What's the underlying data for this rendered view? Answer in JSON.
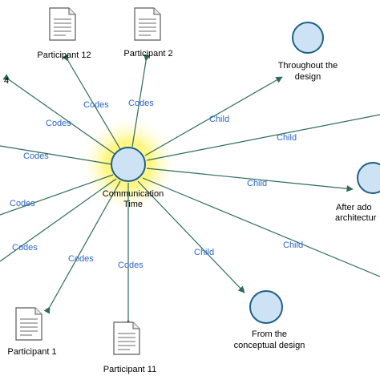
{
  "colors": {
    "edge": "#2f6b5e",
    "edge_label": "#2b67c9",
    "node_fill": "#cde3f5",
    "node_stroke": "#1f5f86",
    "glow": "#fff46a",
    "doc_stroke": "#5a5a5a"
  },
  "center": {
    "label_line1": "Communication",
    "label_line2": "Time"
  },
  "documents": [
    {
      "name": "participant-12",
      "label": "Participant 12",
      "icon": "document-icon"
    },
    {
      "name": "participant-2",
      "label": "Participant 2",
      "icon": "document-icon"
    },
    {
      "name": "participant-1",
      "label": "Participant 1",
      "icon": "document-icon"
    },
    {
      "name": "participant-11",
      "label": "Participant 11",
      "icon": "document-icon"
    }
  ],
  "concepts": [
    {
      "name": "throughout-the-design",
      "line1": "Throughout the",
      "line2": "design"
    },
    {
      "name": "after-architecture",
      "line1": "After ado",
      "line2": "architectur"
    },
    {
      "name": "from-the-conceptual-design",
      "line1": "From the",
      "line2": "conceptual design"
    }
  ],
  "stray_text": {
    "left_number": "4"
  },
  "edge_labels": {
    "codes": "Codes",
    "child": "Child"
  }
}
